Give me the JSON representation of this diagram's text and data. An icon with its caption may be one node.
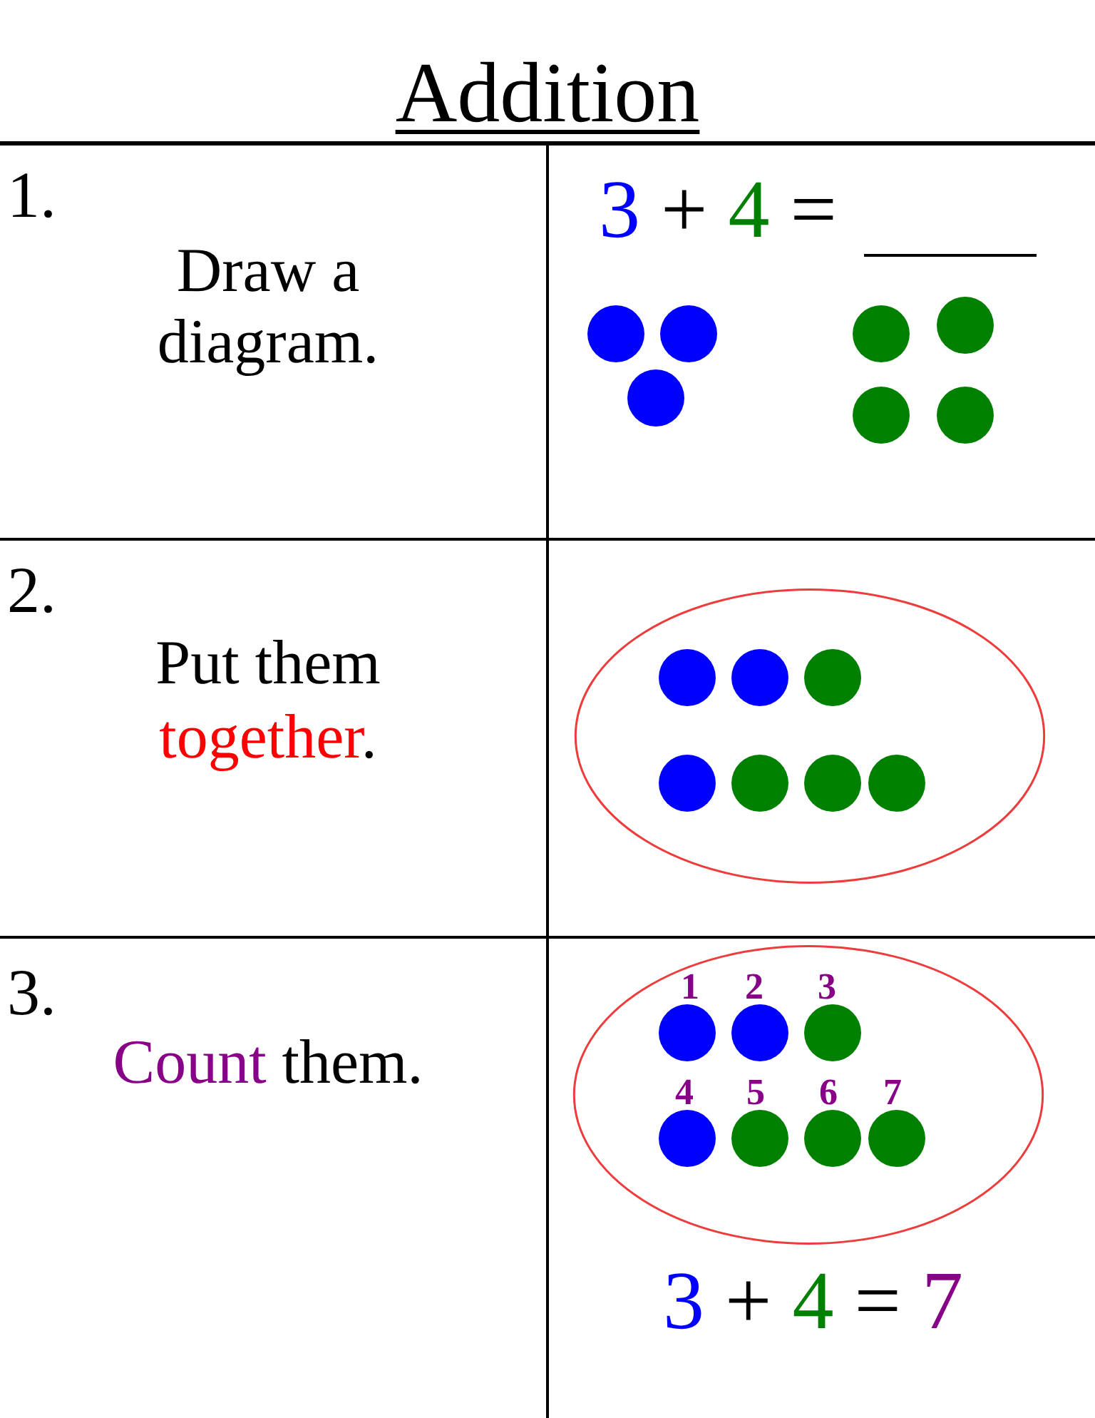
{
  "diagram": {
    "title": "Addition",
    "nodes": [
      {
        "text": [
          "1.",
          "Draw a diagram."
        ]
      },
      {
        "text": [
          "3 + 4 ="
        ]
      },
      {
        "text": [
          "2.",
          "Put them together."
        ]
      },
      {
        "text": [],
        "shape": "box"
      },
      {
        "text": [],
        "shape": "ellipse",
        "in": 3
      },
      {
        "text": [
          "3.",
          "Count them."
        ]
      },
      {
        "text": [
          "3 + 4 = 7"
        ]
      },
      {
        "text": [
          "1",
          "2",
          "3",
          "4",
          "5",
          "6",
          "7"
        ],
        "in": 6
      }
    ]
  }
}
